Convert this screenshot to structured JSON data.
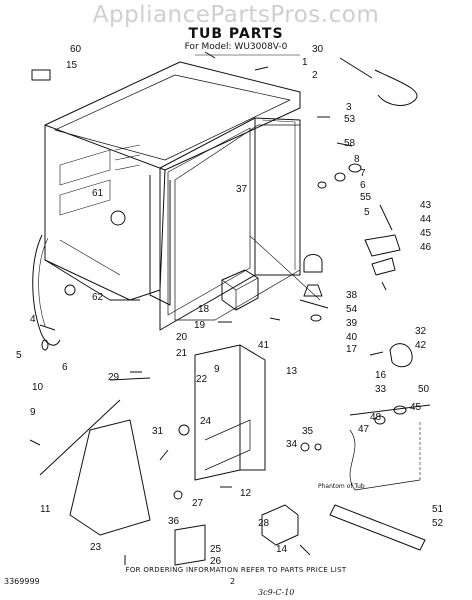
{
  "watermark": "AppliancePartsPros.com",
  "title": "TUB PARTS",
  "model_line": "For Model: WU3008V-0",
  "footer_note": "FOR ORDERING INFORMATION REFER TO PARTS PRICE LIST",
  "part_code": "3369999",
  "page_number": "2",
  "handwritten_note": "3c9-C-10",
  "phantom_label": "Phantom of Tub",
  "callouts": [
    "60",
    "15",
    "30",
    "1",
    "2",
    "3",
    "53",
    "58",
    "8",
    "7",
    "6",
    "55",
    "5",
    "43",
    "44",
    "45",
    "46",
    "37",
    "61",
    "18",
    "19",
    "38",
    "54",
    "39",
    "40",
    "17",
    "41",
    "20",
    "21",
    "62",
    "4",
    "5",
    "6",
    "22",
    "9",
    "29",
    "10",
    "9",
    "32",
    "42",
    "16",
    "33",
    "13",
    "50",
    "45",
    "48",
    "47",
    "24",
    "31",
    "34",
    "35",
    "36",
    "12",
    "27",
    "28",
    "11",
    "25",
    "26",
    "14",
    "23",
    "51",
    "52"
  ]
}
